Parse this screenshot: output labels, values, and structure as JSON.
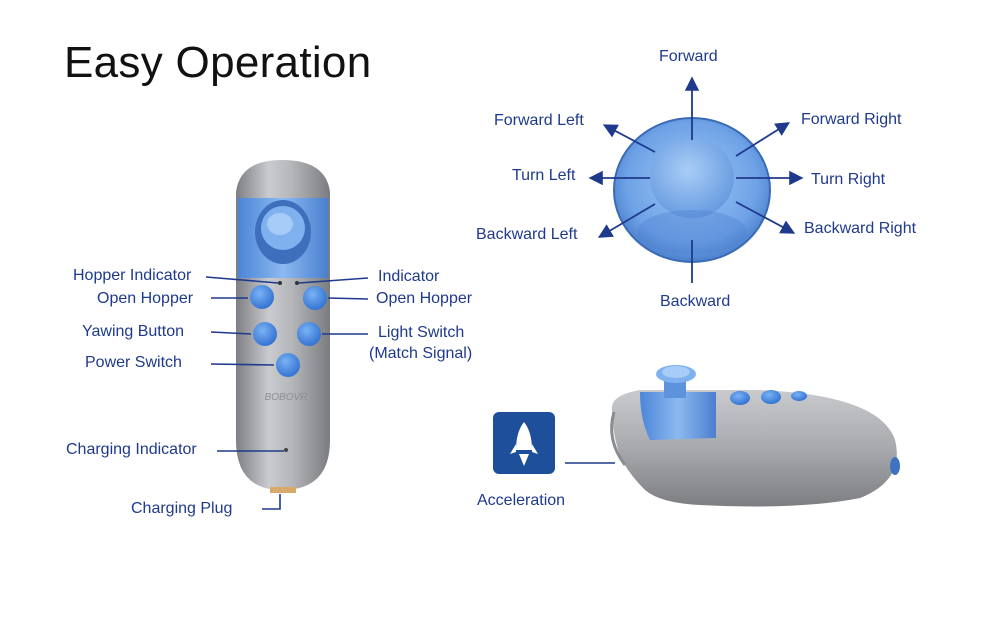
{
  "title": "Easy Operation",
  "remote_labels": {
    "hopper_indicator": "Hopper Indicator",
    "open_hopper_left": "Open Hopper",
    "yawing_button": "Yawing Button",
    "power_switch": "Power Switch",
    "charging_indicator": "Charging Indicator",
    "charging_plug": "Charging Plug",
    "indicator": "Indicator",
    "open_hopper_right": "Open Hopper",
    "light_switch_line1": "Light Switch",
    "light_switch_line2": "(Match Signal)"
  },
  "joystick_labels": {
    "forward": "Forward",
    "forward_left": "Forward Left",
    "forward_right": "Forward Right",
    "turn_left": "Turn Left",
    "turn_right": "Turn Right",
    "backward_left": "Backward Left",
    "backward_right": "Backward Right",
    "backward": "Backward"
  },
  "side_view": {
    "acceleration_label": "Acceleration",
    "icon": "rocket-icon"
  },
  "brand_mark": "BOBOVR",
  "colors": {
    "label_blue": "#1f3a8c",
    "button_blue": "#4a8fe0",
    "body_gray": "#a3a5aa",
    "icon_bg": "#1d4f9a"
  }
}
